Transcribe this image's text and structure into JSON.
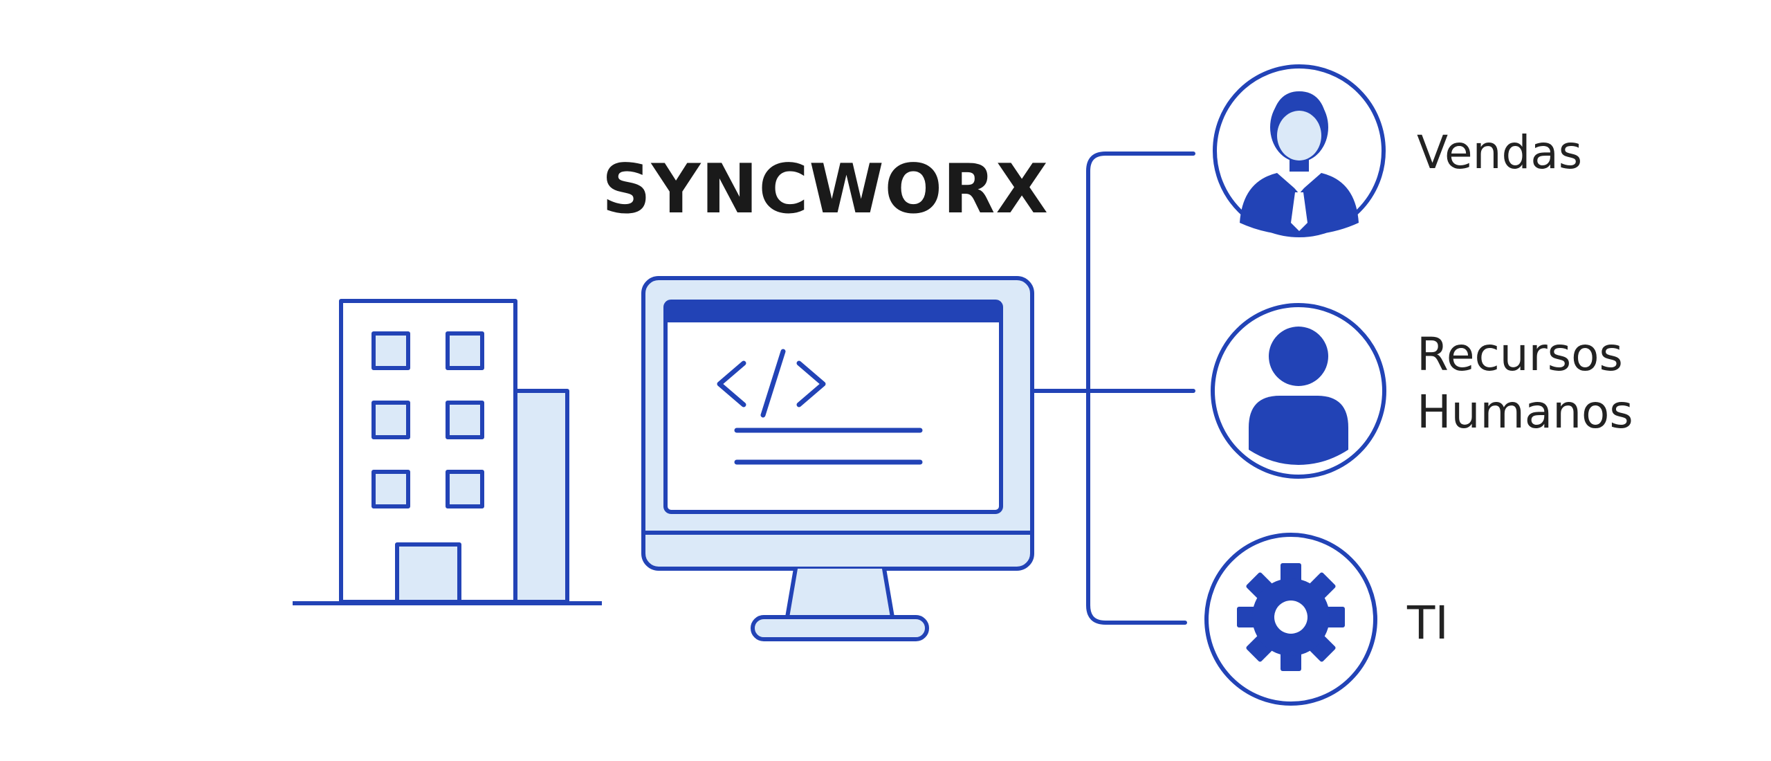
{
  "brand": {
    "name": "SYNCWORX"
  },
  "departments": {
    "sales": {
      "label": "Vendas",
      "icon": "user-tie-icon"
    },
    "hr": {
      "label_line1": "Recursos",
      "label_line2": "Humanos",
      "icon": "user-icon"
    },
    "it": {
      "label": "TI",
      "icon": "gear-icon"
    }
  },
  "colors": {
    "primary_blue": "#2243b6",
    "light_fill": "#dbe9f8",
    "text_dark": "#1a1a1a"
  }
}
